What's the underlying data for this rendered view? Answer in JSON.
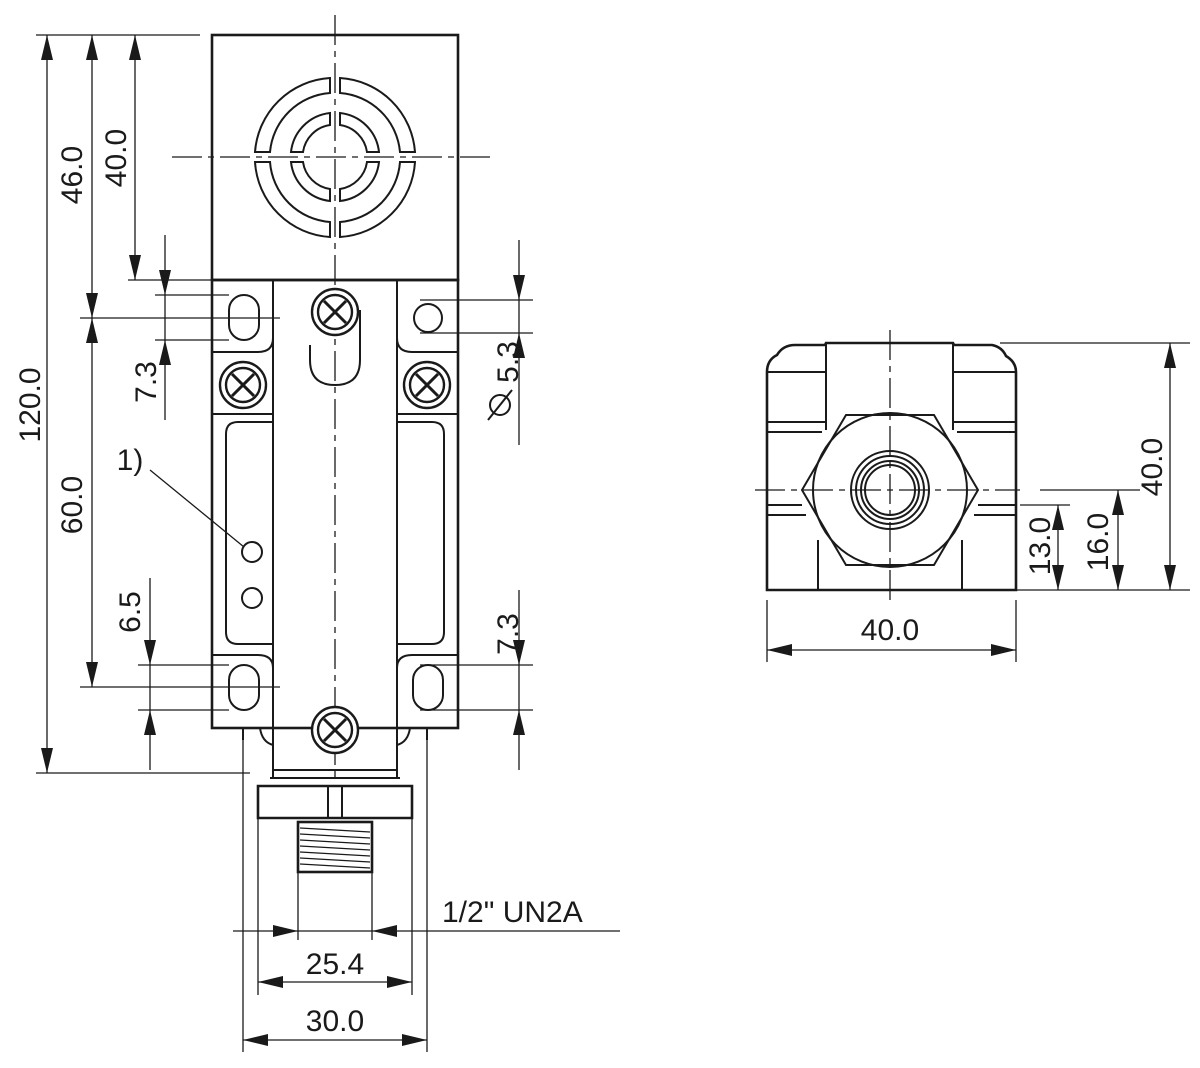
{
  "front_view": {
    "dimensions": {
      "overall_height": "120.0",
      "head_height": "46.0",
      "sensing_face_center": "40.0",
      "top_hole_offset": "7.3",
      "hole_spacing": "60.0",
      "bottom_hole_offset": "6.5",
      "hole_diameter": "5.3",
      "right_bottom_hole_offset": "7.3",
      "thread_pitch_diameter": "25.4",
      "housing_width": "30.0"
    },
    "thread_label": "1/2\" UN2A",
    "led_note": "1)"
  },
  "end_view": {
    "dimensions": {
      "width": "40.0",
      "height": "40.0",
      "center_to_bottom_small": "13.0",
      "center_to_bottom_large": "16.0"
    }
  }
}
